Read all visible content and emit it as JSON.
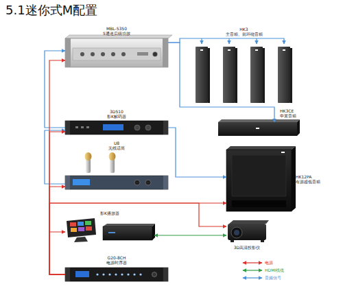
{
  "diagram": {
    "title": "5.1迷你式M配置",
    "nodes": [
      {
        "text": [
          "MBL-5350",
          "5通道后级功放"
        ]
      },
      {
        "text": [
          "HK3",
          "主音箱、前环绕音箱"
        ]
      },
      {
        "text": [
          "3D510",
          "影K解码器"
        ]
      },
      {
        "text": [
          "HK3CE",
          "中置音箱"
        ]
      },
      {
        "text": [
          "U8",
          "无线话筒"
        ]
      },
      {
        "text": [
          "HK12PA",
          "有源超低音箱"
        ]
      },
      {
        "text": [
          "影K播放器"
        ]
      },
      {
        "text": [
          "3D高清投影仪"
        ]
      },
      {
        "text": [
          "G20-8CH",
          "电源时序器"
        ]
      }
    ],
    "edges": [
      {
        "from": 2,
        "to": 0,
        "arrow": "to"
      },
      {
        "from": 4,
        "to": 2,
        "arrow": "to"
      },
      {
        "from": 0,
        "to": 1,
        "arrow": "to"
      },
      {
        "from": 0,
        "to": 3,
        "arrow": "to"
      },
      {
        "from": 2,
        "to": 5,
        "arrow": "to"
      },
      {
        "from": 8,
        "to": 0,
        "arrow": "to"
      },
      {
        "from": 8,
        "to": 2,
        "arrow": "to"
      },
      {
        "from": 8,
        "to": 4,
        "arrow": "to"
      },
      {
        "from": 8,
        "to": 6,
        "arrow": "to"
      },
      {
        "from": 8,
        "to": 5,
        "arrow": "to"
      },
      {
        "from": 8,
        "to": 7,
        "arrow": "to"
      },
      {
        "from": 6,
        "to": 7,
        "arrow": "both"
      }
    ],
    "legend": [
      {
        "text": "电源"
      },
      {
        "text": "HDMI线缆"
      },
      {
        "text": "音频信号"
      }
    ]
  }
}
